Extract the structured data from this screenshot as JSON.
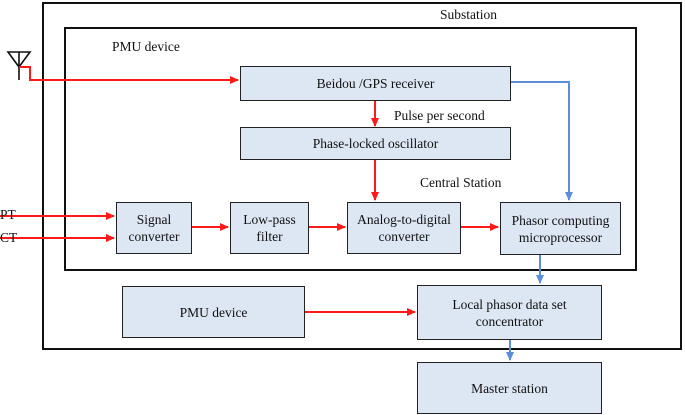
{
  "substation": {
    "label": "Substation"
  },
  "pmu_device_frame": {
    "label": "PMU device"
  },
  "inputs": {
    "pt": "PT",
    "ct": "CT"
  },
  "annotations": {
    "pulse": "Pulse per second",
    "central": "Central Station"
  },
  "blocks": {
    "receiver": {
      "label": "Beidou /GPS receiver"
    },
    "oscillator": {
      "label": "Phase-locked oscillator"
    },
    "signal_converter": {
      "line1": "Signal",
      "line2": "converter"
    },
    "lowpass": {
      "line1": "Low-pass",
      "line2": "filter"
    },
    "adc": {
      "line1": "Analog-to-digital",
      "line2": "converter"
    },
    "microprocessor": {
      "line1": "Phasor computing",
      "line2": "microprocessor"
    },
    "pmu_device": {
      "label": "PMU device"
    },
    "concentrator": {
      "line1": "Local phasor data set",
      "line2": "concentrator"
    },
    "master": {
      "label": "Master station"
    }
  },
  "colors": {
    "signal": "#ff1a1a",
    "timing": "#5b8fd9",
    "box_fill": "#dde6f3"
  }
}
